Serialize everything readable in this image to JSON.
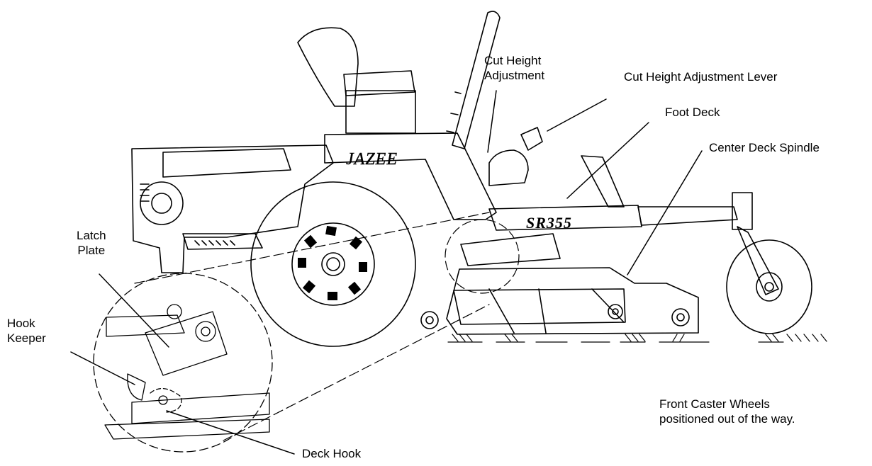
{
  "labels": {
    "cut_height_adjustment": [
      "Cut Height",
      "Adjustment"
    ],
    "cut_height_adjustment_lever": "Cut Height Adjustment Lever",
    "foot_deck": "Foot Deck",
    "center_deck_spindle": "Center Deck Spindle",
    "latch_plate": [
      "Latch",
      "Plate"
    ],
    "hook_keeper": [
      "Hook",
      "Keeper"
    ],
    "deck_hook": "Deck Hook",
    "front_caster_wheels": [
      "Front Caster Wheels",
      "positioned out of the way."
    ]
  },
  "markings": {
    "brand": "JAZEE",
    "model": "SR355"
  },
  "colors": {
    "ink": "#000000",
    "paper": "#ffffff"
  }
}
